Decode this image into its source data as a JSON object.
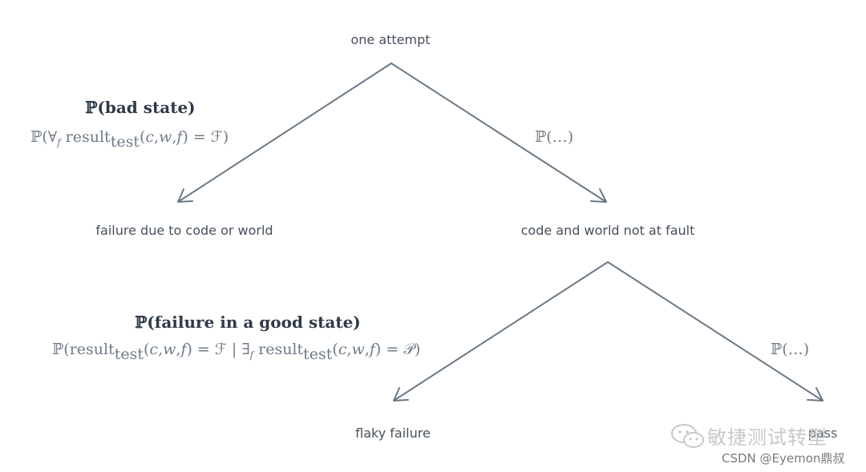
{
  "nodes": {
    "root": "one attempt",
    "left": "failure due to code or world",
    "right": "code and world not at fault",
    "flaky": "flaky failure",
    "pass": "pass"
  },
  "edges": {
    "bad_state_title": "ℙ(bad state)",
    "bad_state_formula": "ℙ(∀f resulttest(c,w,f) = ℱ)",
    "right_top": "ℙ(…)",
    "good_state_title": "ℙ(failure in a good state)",
    "good_state_formula": "ℙ(resulttest(c,w,f) = ℱ | ∃f resulttest(c,w,f) = 𝒫)",
    "right_bottom": "ℙ(…)"
  },
  "watermark": {
    "main": "敏捷测试转型",
    "sub": "CSDN @Eyemon鼎叔"
  },
  "colors": {
    "line": "#6b7886",
    "text": "#46505c",
    "math": "#6f7b88"
  }
}
